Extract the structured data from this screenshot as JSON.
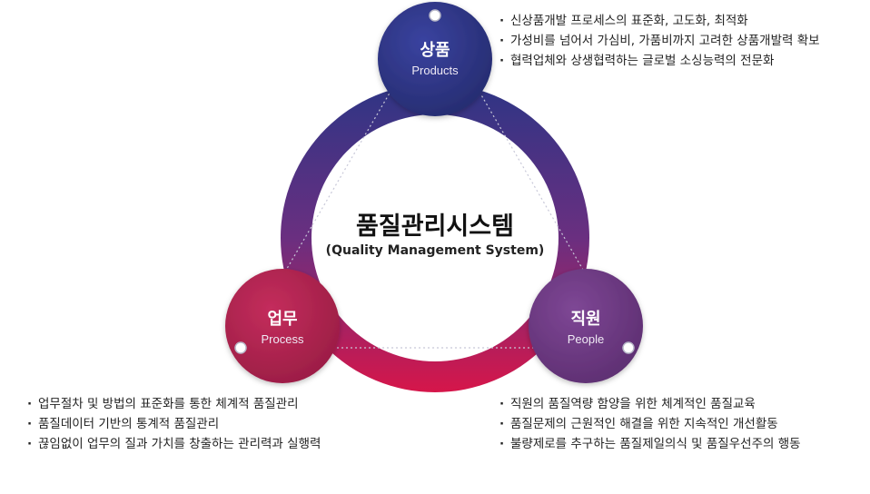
{
  "center": {
    "title": "품질관리시스템",
    "subtitle": "(Quality Management System)"
  },
  "nodes": {
    "products": {
      "title": "상품",
      "subtitle": "Products",
      "color": "#2e3585"
    },
    "process": {
      "title": "업무",
      "subtitle": "Process",
      "color": "#b3234f"
    },
    "people": {
      "title": "직원",
      "subtitle": "People",
      "color": "#6f3a84"
    }
  },
  "ring_gradient": [
    "#2e3585",
    "#6a2f80",
    "#d6164a"
  ],
  "bullets": {
    "products": [
      "신상품개발 프로세스의 표준화, 고도화, 최적화",
      "가성비를 넘어서 가심비, 가품비까지 고려한 상품개발력 확보",
      "협력업체와 상생협력하는 글로벌 소싱능력의 전문화"
    ],
    "process": [
      "업무절차 및 방법의 표준화를 통한 체계적 품질관리",
      "품질데이터 기반의 통계적 품질관리",
      "끊임없이 업무의 질과 가치를 창출하는 관리력과 실행력"
    ],
    "people": [
      "직원의 품질역량 함양을 위한 체계적인 품질교육",
      "품질문제의 근원적인 해결을 위한 지속적인 개선활동",
      "불량제로를 추구하는 품질제일의식 및 품질우선주의 행동"
    ]
  }
}
